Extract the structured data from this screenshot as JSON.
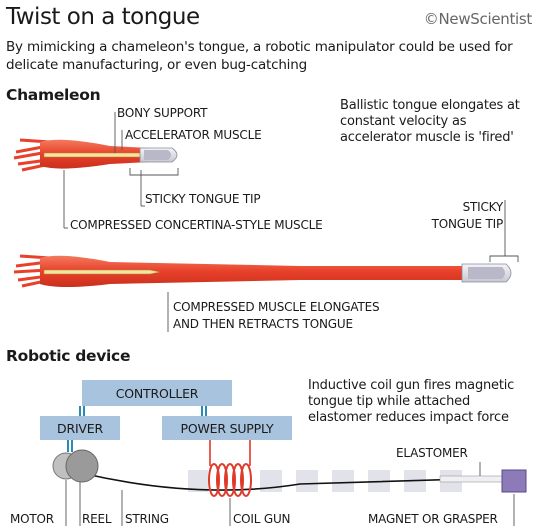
{
  "header": {
    "title": "Twist on a tongue",
    "brand": "©NewScientist",
    "subtitle": "By mimicking a chameleon's tongue, a robotic manipulator could be used for delicate manufacturing, or even bug-catching"
  },
  "chameleon": {
    "heading": "Chameleon",
    "labels": {
      "bony_support": "BONY SUPPORT",
      "accelerator_muscle": "ACCELERATOR MUSCLE",
      "sticky_tip": "STICKY TONGUE TIP",
      "compressed_muscle": "COMPRESSED CONCERTINA-STYLE MUSCLE",
      "sticky_tip_right_1": "STICKY",
      "sticky_tip_right_2": "TONGUE TIP",
      "elongates_1": "COMPRESSED MUSCLE ELONGATES",
      "elongates_2": "AND THEN RETRACTS TONGUE"
    },
    "note": "Ballistic tongue elongates at constant velocity as accelerator muscle is 'fired'"
  },
  "robot": {
    "heading": "Robotic device",
    "boxes": {
      "controller": "CONTROLLER",
      "driver": "DRIVER",
      "power_supply": "POWER SUPPLY"
    },
    "note": "Inductive coil gun fires magnetic tongue tip while attached elastomer reduces impact force",
    "labels": {
      "elastomer": "ELASTOMER",
      "motor": "MOTOR",
      "reel": "REEL",
      "string": "STRING",
      "coil_gun": "COIL GUN",
      "magnet": "MAGNET OR GRASPER"
    }
  },
  "colors": {
    "muscle": "#e8402a",
    "box": "#a8c3dd",
    "wire": "#2a8ab8",
    "coil": "#e03a2a",
    "track": "#e2e2ea",
    "magnet": "#8c7bb8"
  }
}
